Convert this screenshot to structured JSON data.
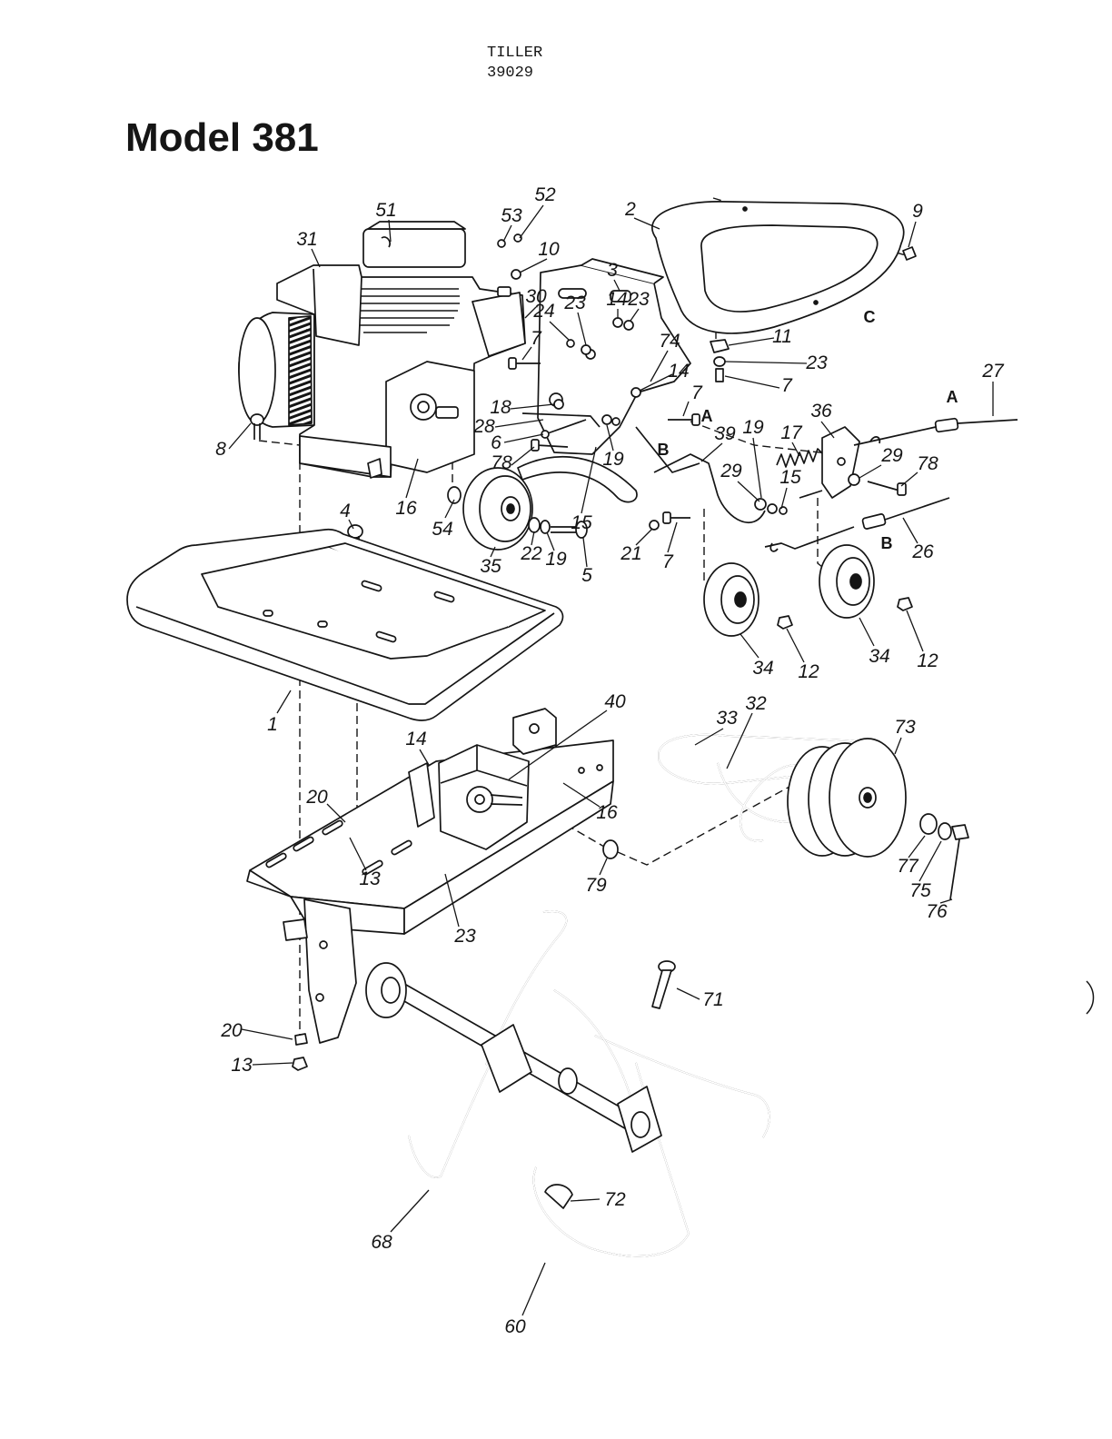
{
  "header": {
    "title": "TILLER",
    "code": "39029"
  },
  "model_title": "Model 381",
  "callouts": [
    "51",
    "53",
    "52",
    "31",
    "10",
    "2",
    "9",
    "30",
    "3",
    "14",
    "23",
    "24",
    "23",
    "74",
    "11",
    "23",
    "7",
    "7",
    "14",
    "27",
    "7",
    "18",
    "36",
    "28",
    "6",
    "39",
    "19",
    "17",
    "78",
    "19",
    "29",
    "78",
    "8",
    "29",
    "15",
    "16",
    "54",
    "15",
    "4",
    "21",
    "35",
    "22",
    "19",
    "5",
    "7",
    "26",
    "34",
    "12",
    "34",
    "12",
    "1",
    "40",
    "32",
    "33",
    "73",
    "14",
    "16",
    "20",
    "13",
    "79",
    "77",
    "75",
    "76",
    "23",
    "71",
    "20",
    "13",
    "72",
    "68",
    "60"
  ],
  "ref_letters": [
    "C",
    "A",
    "A",
    "B",
    "B"
  ]
}
